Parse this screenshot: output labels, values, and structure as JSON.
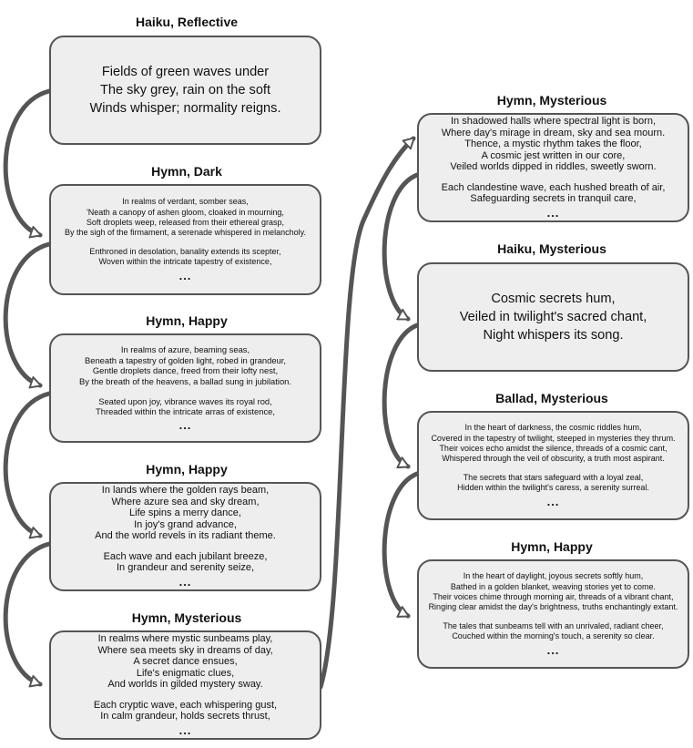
{
  "poems": [
    {
      "title": "Haiku, Reflective",
      "stanzas": [
        [
          "Fields of green waves under",
          "The sky grey, rain on the soft",
          "Winds whisper; normality reigns."
        ]
      ],
      "ellipsis": ""
    },
    {
      "title": "Hymn, Dark",
      "stanzas": [
        [
          "In realms of verdant, somber seas,",
          "'Neath a canopy of ashen gloom, cloaked in mourning,",
          "Soft droplets weep, released from their ethereal grasp,",
          "By the sigh of the firmament, a serenade whispered in melancholy."
        ],
        [
          "Enthroned in desolation, banality extends its scepter,",
          "Woven within the intricate tapestry of existence,"
        ]
      ],
      "ellipsis": "..."
    },
    {
      "title": "Hymn, Happy",
      "stanzas": [
        [
          "In realms of azure, beaming seas,",
          "Beneath a tapestry of golden light, robed in grandeur,",
          "Gentle droplets dance, freed from their lofty nest,",
          "By the breath of the heavens, a ballad sung in jubilation."
        ],
        [
          "Seated upon joy, vibrance waves its royal rod,",
          "Threaded within the intricate arras of existence,"
        ]
      ],
      "ellipsis": "..."
    },
    {
      "title": "Hymn, Happy",
      "stanzas": [
        [
          "In lands where the golden rays beam,",
          "Where azure sea and sky dream,",
          "Life spins a merry dance,",
          "In joy's grand advance,",
          "And the world revels in its radiant theme."
        ],
        [
          "Each wave and each jubilant breeze,",
          "In grandeur and serenity seize,"
        ]
      ],
      "ellipsis": "..."
    },
    {
      "title": "Hymn, Mysterious",
      "stanzas": [
        [
          "In realms where mystic sunbeams play,",
          "Where sea meets sky in dreams of day,",
          "A secret dance ensues,",
          "Life's enigmatic clues,",
          "And worlds in gilded mystery sway."
        ],
        [
          "Each cryptic wave, each whispering gust,",
          "In calm grandeur, holds secrets thrust,"
        ]
      ],
      "ellipsis": "..."
    },
    {
      "title": "Hymn, Mysterious",
      "stanzas": [
        [
          "In shadowed halls where spectral light is born,",
          "Where day's mirage in dream, sky and sea mourn.",
          "Thence, a mystic rhythm takes the floor,",
          "A cosmic jest written in our core,",
          "Veiled worlds dipped in riddles, sweetly sworn."
        ],
        [
          "Each clandestine wave, each hushed breath of air,",
          "Safeguarding secrets in tranquil care,"
        ]
      ],
      "ellipsis": "..."
    },
    {
      "title": "Haiku, Mysterious",
      "stanzas": [
        [
          "Cosmic secrets hum,",
          "Veiled in twilight's sacred chant,",
          "Night whispers its song."
        ]
      ],
      "ellipsis": ""
    },
    {
      "title": "Ballad, Mysterious",
      "stanzas": [
        [
          "In the heart of darkness, the cosmic riddles hum,",
          "Covered in the tapestry of twilight, steeped in mysteries they thrum.",
          "Their voices echo amidst the silence, threads of a cosmic cant,",
          "Whispered through the veil of obscurity, a truth most aspirant."
        ],
        [
          "The secrets that stars safeguard with a loyal zeal,",
          "Hidden within the twilight's caress, a serenity surreal."
        ]
      ],
      "ellipsis": "..."
    },
    {
      "title": "Hymn, Happy",
      "stanzas": [
        [
          "In the heart of daylight, joyous secrets softly hum,",
          "Bathed in a golden blanket, weaving stories yet to come.",
          "Their voices chime through morning air, threads of a vibrant chant,",
          "Ringing clear amidst the day's brightness, truths enchantingly extant."
        ],
        [
          "The tales that sunbeams tell with an unrivaled, radiant cheer,",
          "Couched within the morning's touch, a serenity so clear."
        ]
      ],
      "ellipsis": "..."
    }
  ]
}
